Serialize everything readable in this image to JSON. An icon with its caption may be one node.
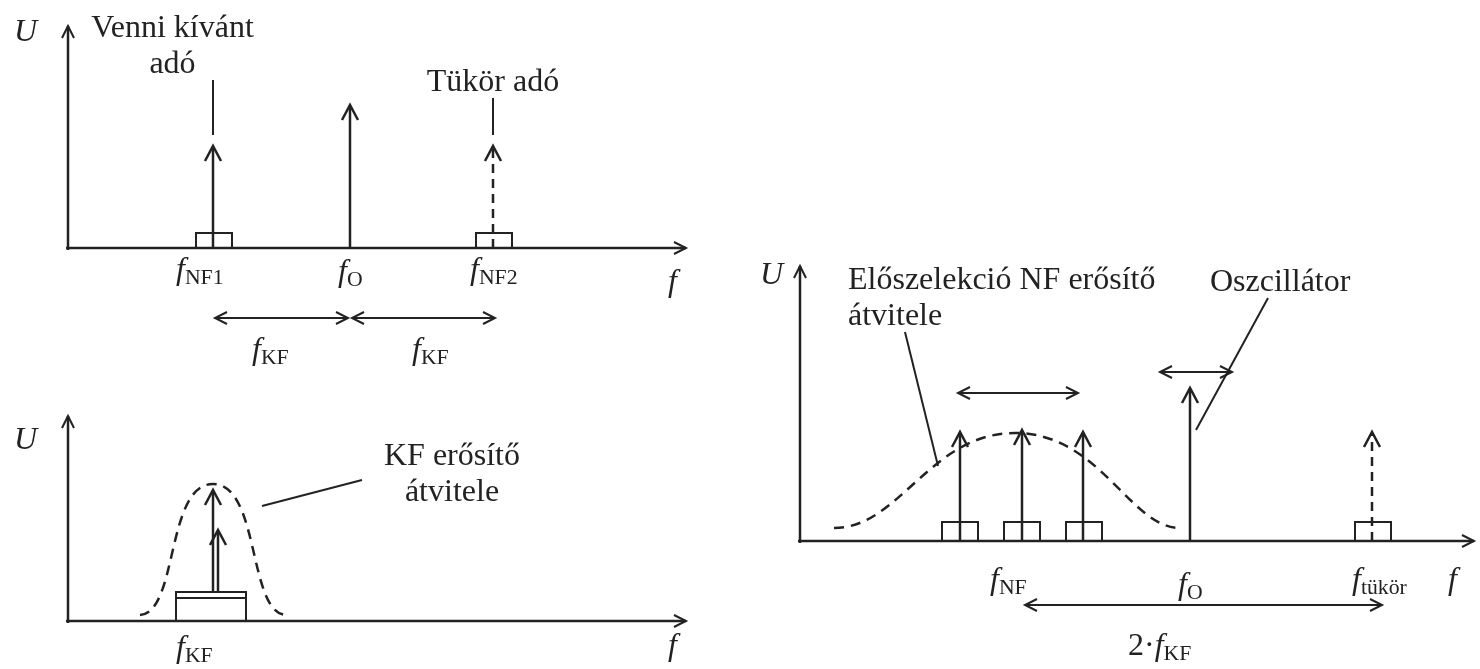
{
  "diagram": {
    "nodes": [
      {
        "text": [
          "Venni kívánt adó"
        ]
      },
      {
        "text": [],
        "shape": "arrow"
      },
      {
        "text": [
          "Tükör adó"
        ]
      },
      {
        "text": [],
        "shape": "arrow"
      },
      {
        "text": [
          "KF erősítő átvitele"
        ]
      },
      {
        "text": [],
        "shape": "curve"
      },
      {
        "text": [
          "Előszelekció NF erősítő átvitele"
        ]
      },
      {
        "text": [],
        "shape": "curve"
      },
      {
        "text": [
          "Oszcillátor"
        ]
      },
      {
        "text": [],
        "shape": "arrow"
      }
    ],
    "edges": [
      {
        "from": 0,
        "to": 1,
        "arrow": "none"
      },
      {
        "from": 2,
        "to": 3,
        "arrow": "none"
      },
      {
        "from": 4,
        "to": 5,
        "arrow": "none"
      },
      {
        "from": 6,
        "to": 7,
        "arrow": "none"
      },
      {
        "from": 8,
        "to": 9,
        "arrow": "none"
      }
    ],
    "labels": [
      "U",
      "*f*$_{NF1}$",
      "*f*$_{O}$",
      "*f*$_{NF2}$",
      "*f*",
      "*f*$_{KF}$",
      "*f*$_{KF}$",
      "U",
      "*f*$_{KF}$",
      "*f*",
      "U",
      "*f*$_{NF}$",
      "*f*$_{O}$",
      "*f*$_{tükör}$",
      "*f*",
      "2·*f*$_{KF}$"
    ]
  }
}
